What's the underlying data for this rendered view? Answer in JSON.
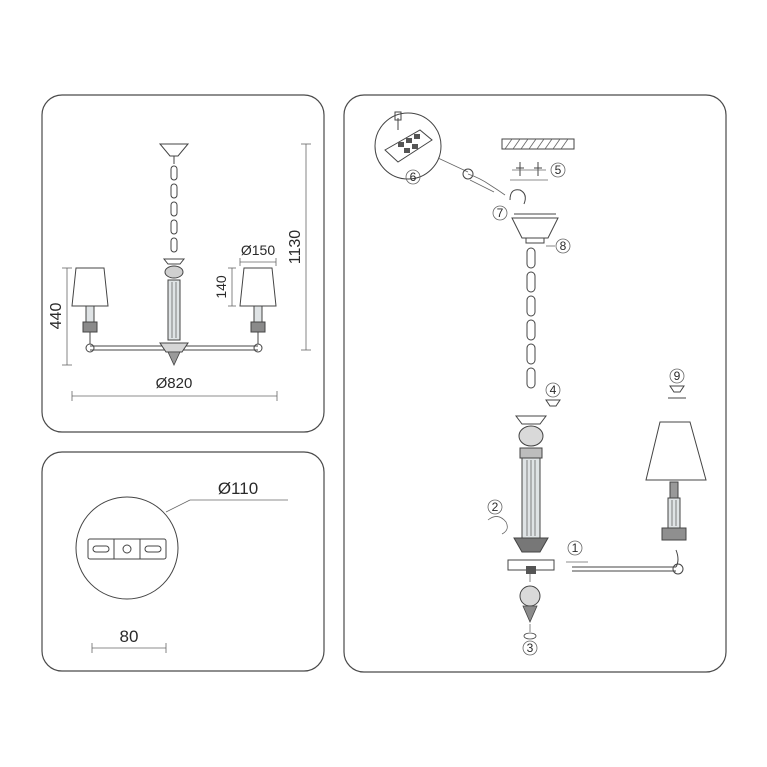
{
  "dimensions": {
    "shade_diameter": "Ø150",
    "shade_height": "140",
    "overall_height": "1130",
    "arm_height": "440",
    "span_diameter": "Ø820",
    "canopy_diameter": "Ø110",
    "canopy_width": "80"
  },
  "steps": {
    "s1": "1",
    "s2": "2",
    "s3": "3",
    "s4": "4",
    "s5": "5",
    "s6": "6",
    "s7": "7",
    "s8": "8",
    "s9": "9"
  },
  "colors": {
    "line": "#444444",
    "panel_border": "#4a4a4a",
    "glass": "#d9dde0",
    "dark_part": "#555555"
  }
}
